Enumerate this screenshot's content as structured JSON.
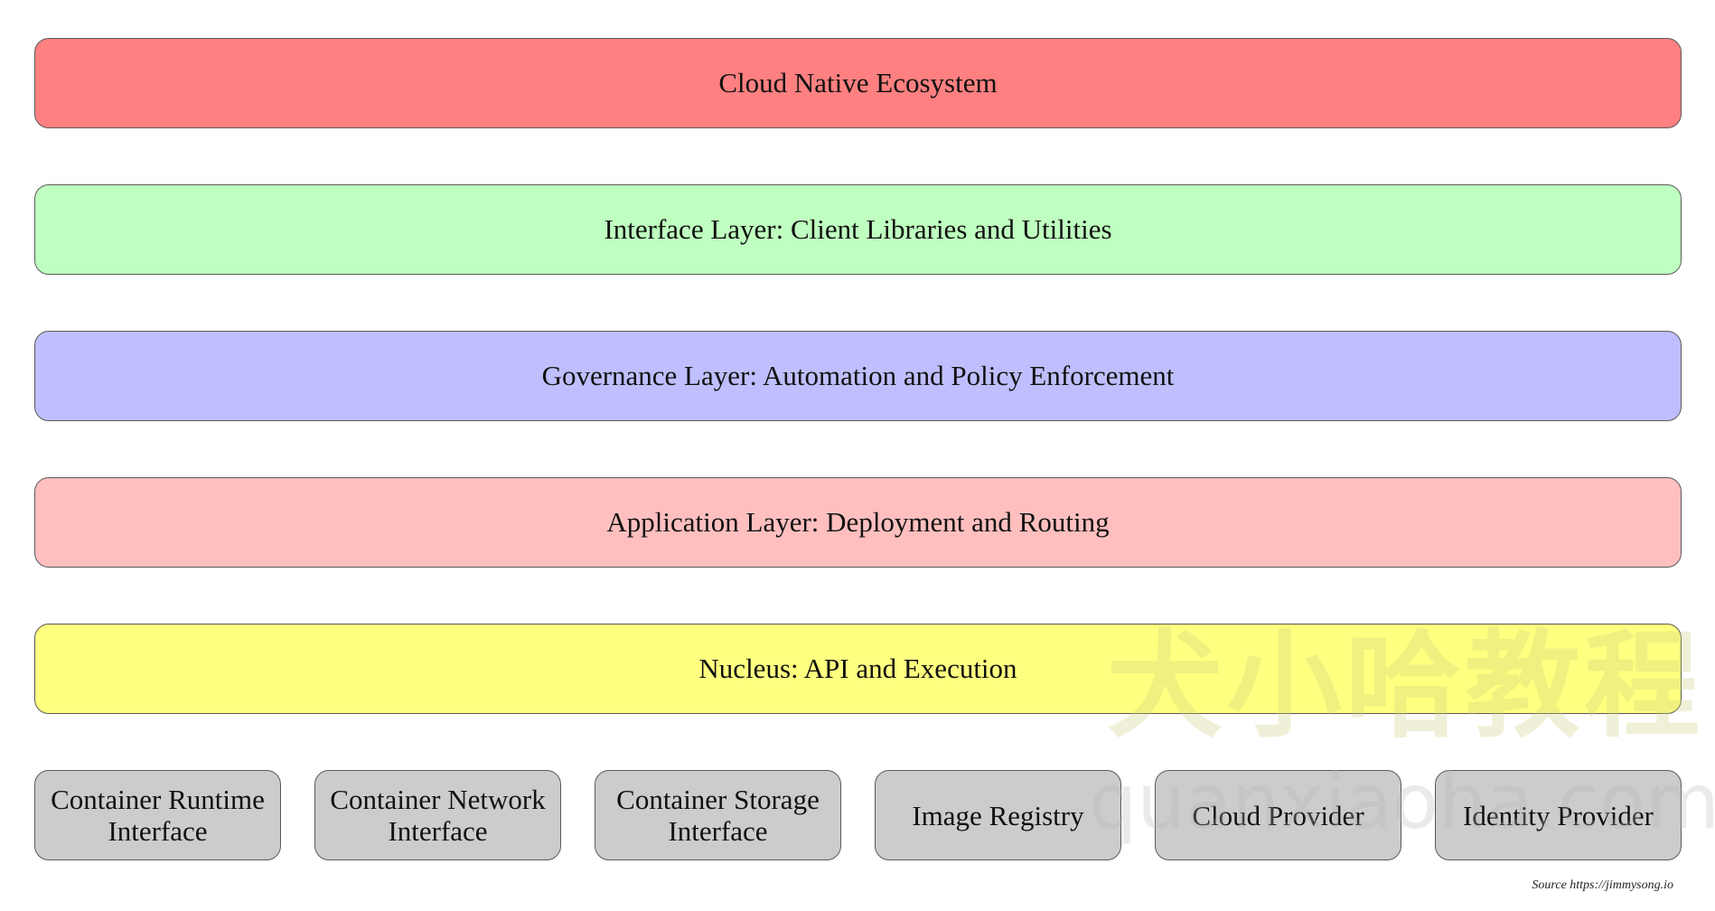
{
  "layers": [
    {
      "label": "Cloud Native Ecosystem",
      "color": "#ff8080"
    },
    {
      "label": "Interface Layer: Client Libraries and Utilities",
      "color": "#bfffbf"
    },
    {
      "label": "Governance Layer: Automation and Policy Enforcement",
      "color": "#bfbfff"
    },
    {
      "label": "Application Layer: Deployment and Routing",
      "color": "#ffbfbf"
    },
    {
      "label": "Nucleus: API and Execution",
      "color": "#ffff80"
    }
  ],
  "infrastructure": [
    {
      "label": "Container Runtime Interface",
      "color": "#cccccc"
    },
    {
      "label": "Container Network Interface",
      "color": "#cccccc"
    },
    {
      "label": "Container Storage Interface",
      "color": "#cccccc"
    },
    {
      "label": "Image Registry",
      "color": "#cccccc"
    },
    {
      "label": "Cloud Provider",
      "color": "#cccccc"
    },
    {
      "label": "Identity Provider",
      "color": "#cccccc"
    }
  ],
  "watermark": {
    "cn": "犬小哈教程",
    "en": "quanxiaoha.com"
  },
  "source": "Source https://jimmysong.io"
}
